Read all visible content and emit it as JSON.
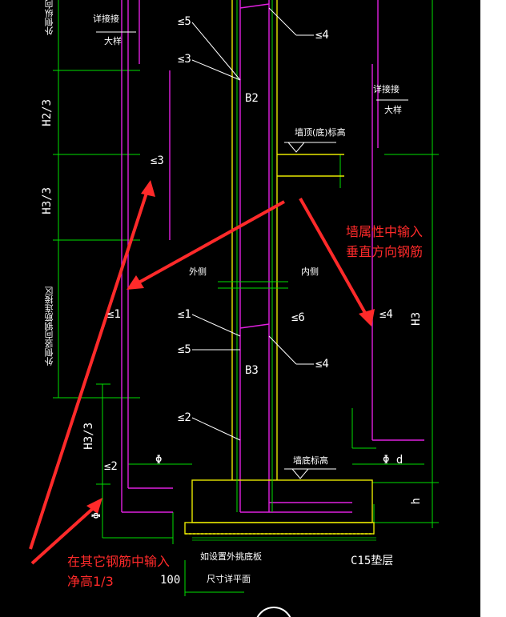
{
  "labels": {
    "detail_top_left": "详接接",
    "detail_top_left_sub": "大样",
    "detail_top_right": "详接接",
    "detail_top_right_sub": "大样",
    "wall_top_elev": "墙顶(底)标高",
    "wall_bottom_elev": "墙底标高",
    "outer_side": "外侧",
    "inner_side": "内侧",
    "b2": "B2",
    "b3": "B3",
    "h2_3": "H2/3",
    "h3_3_a": "H3/3",
    "h3_3_b": "H3/3",
    "h3": "H3",
    "h": "h",
    "left_vertical_top": "外侧纵向",
    "left_vertical_mid": "外侧竖向钢筋连接区",
    "bar_1a": "≤1",
    "bar_1b": "≤1",
    "bar_2a": "≤2",
    "bar_2b": "≤2",
    "bar_3a": "≤3",
    "bar_3b": "≤3",
    "bar_4a": "≤4",
    "bar_4b": "≤4",
    "bar_4c": "≤4",
    "bar_5a": "≤5",
    "bar_5b": "≤5",
    "bar_6": "≤6",
    "phi_left": "Φ",
    "phi_right": "Φ d",
    "phi_bottom": "Φ",
    "cushion": "C15垫层",
    "note_bottom_1": "如设置外挑底板",
    "note_bottom_2": "尺寸详平面",
    "dim_100": "100"
  },
  "annotations": {
    "right": "墙属性中输入\n垂直方向钢筋",
    "left": "在其它钢筋中输入\n净高1/3"
  },
  "colors": {
    "background": "#000000",
    "magenta": "#e020e0",
    "green": "#00e000",
    "yellow": "#e8e800",
    "white": "#ffffff",
    "red": "#ff2a2a"
  }
}
